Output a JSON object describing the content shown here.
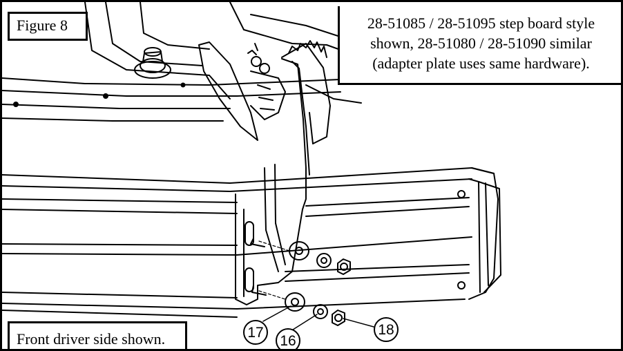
{
  "figure_label": "Figure 8",
  "note": {
    "lines": [
      "28-51085 / 28-51095 step board style",
      "shown, 28-51080 / 28-51090 similar",
      "(adapter plate uses same hardware)."
    ]
  },
  "caption": "Front driver side shown.",
  "callouts": [
    {
      "id": "17",
      "label": "17"
    },
    {
      "id": "16",
      "label": "16"
    },
    {
      "id": "18",
      "label": "18"
    }
  ]
}
